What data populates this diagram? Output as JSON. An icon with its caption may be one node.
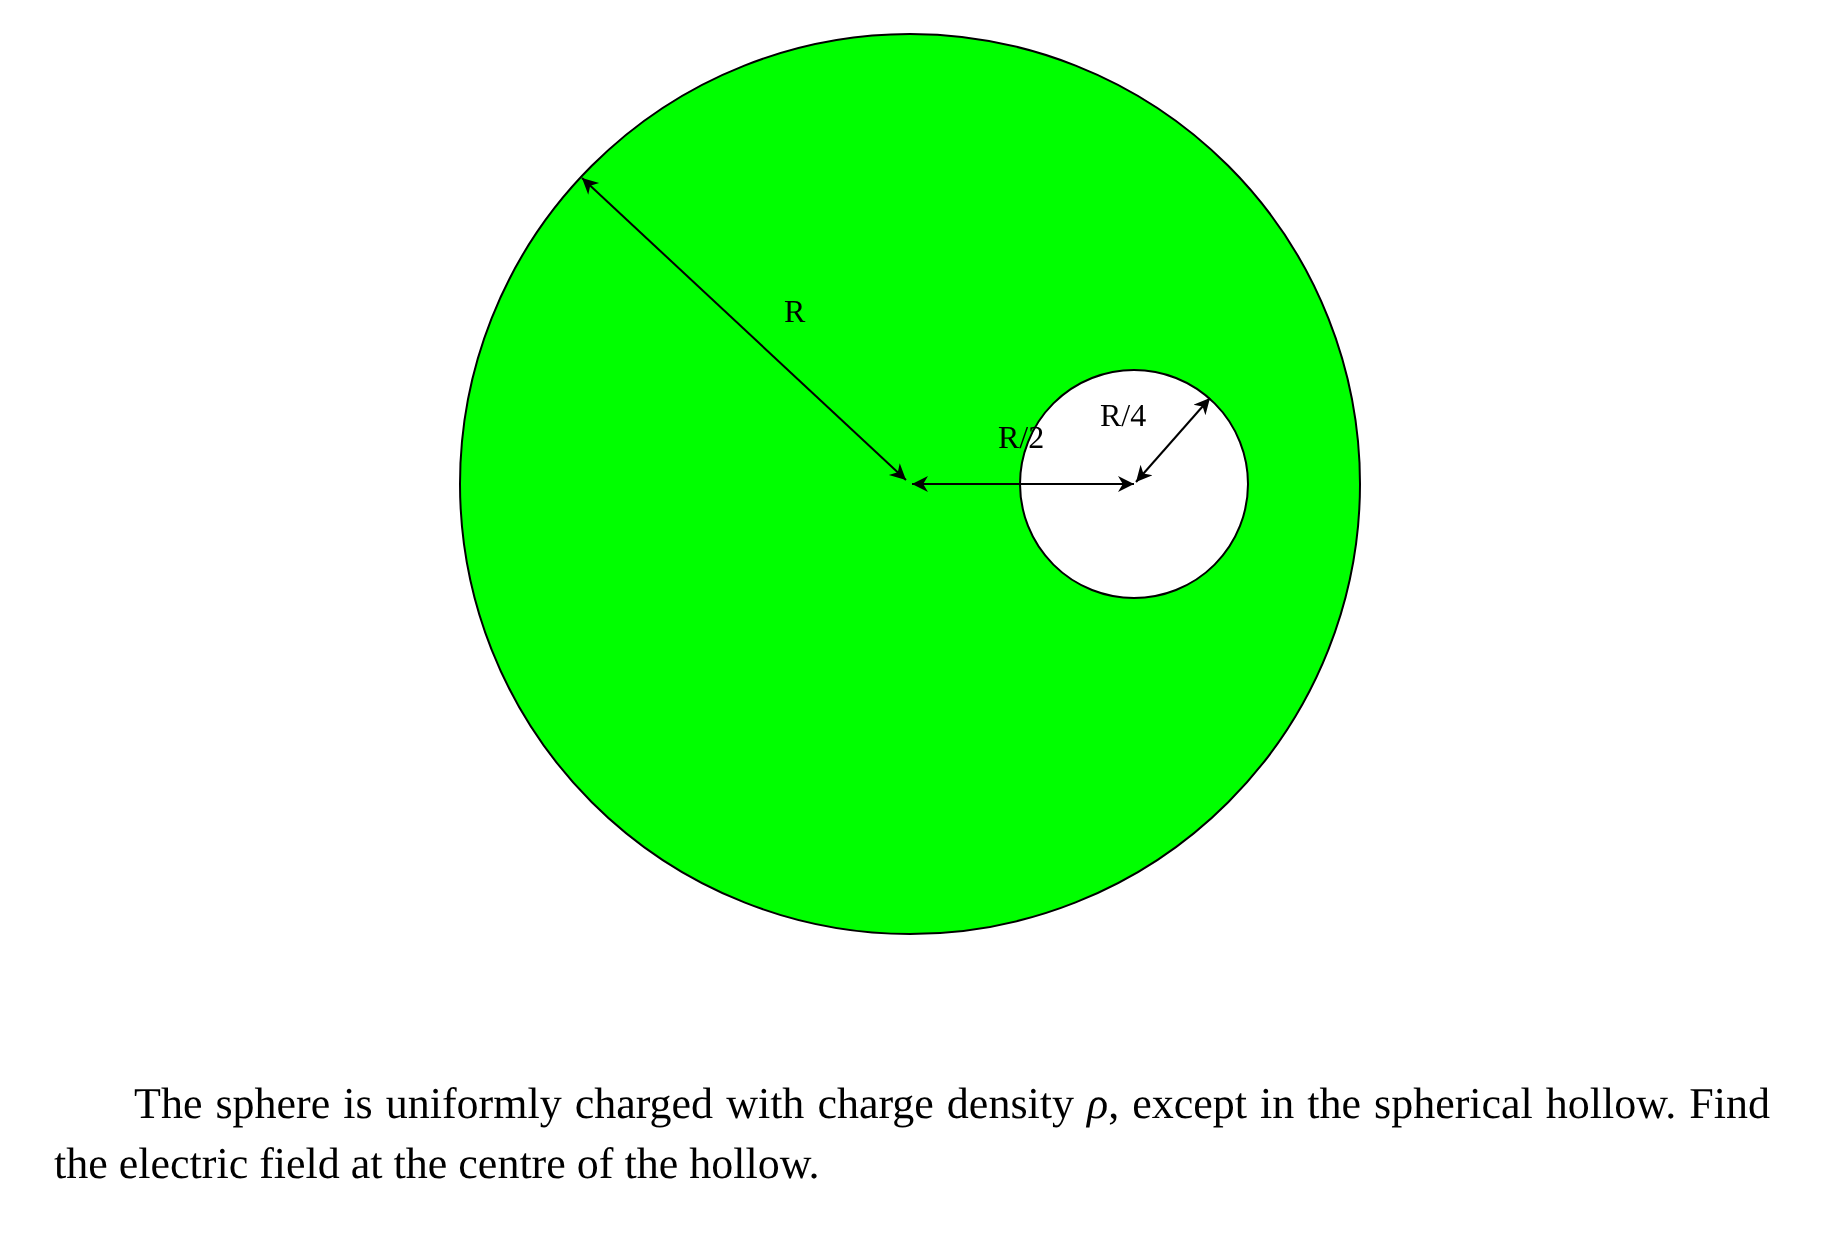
{
  "diagram": {
    "caption": "The sphere is uniformly charged with charge density *ρ*, except in the spherical hollow. Find the electric field at the centre of the hollow.",
    "labels": [
      "R",
      "R/2",
      "R/4"
    ]
  }
}
